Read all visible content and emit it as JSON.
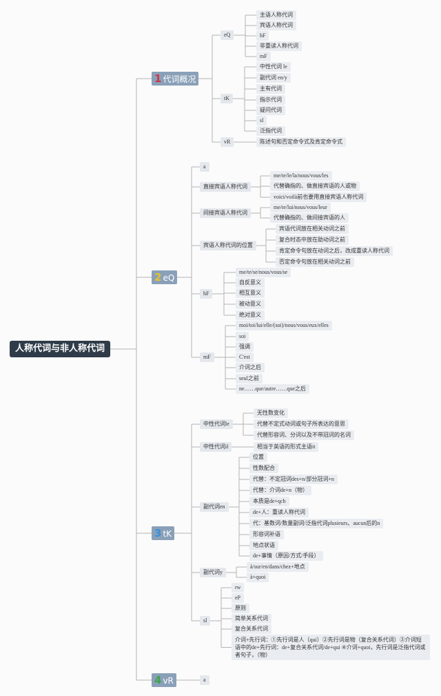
{
  "root": "人称代词与非人称代词",
  "sections": [
    {
      "num": "1",
      "num_color": "#d0344a",
      "label": "代词概况",
      "children": [
        {
          "label": "eQ",
          "leaves": [
            "主语人称代词",
            "宾语人称代词",
            "hF",
            "非重读人称代词",
            "mF"
          ]
        },
        {
          "label": "tK",
          "leaves": [
            "中性代词 le",
            "副代词 en/y",
            "主有代词",
            "指示代词",
            "疑问代词",
            "sl",
            "泛指代词"
          ]
        },
        {
          "label": "vR",
          "leaves": [
            "陈述句和否定命令式及肯定命令式"
          ]
        }
      ]
    },
    {
      "num": "2",
      "num_color": "#e6c12e",
      "label": "eQ",
      "children": [
        {
          "label": "a",
          "leaves": []
        },
        {
          "label": "直接宾语人称代词",
          "leaves": [
            "me/te/le/la/nous/vous/les",
            "代替确指的、做直接宾语的人或物",
            "voici/voilà前也要用直接宾语人称代词"
          ]
        },
        {
          "label": "间接宾语人称代词",
          "leaves": [
            "me/te/lui/nous/vous/leur",
            "代替确指的、做间接宾语的人"
          ]
        },
        {
          "label": "宾语人称代词的位置",
          "leaves": [
            "宾语代词放在相关动词之前",
            "复合时态中放在助动词之前",
            "肯定命令句放在动词之后，改成重读人称代词",
            "否定命令句放在相关动词之前"
          ]
        },
        {
          "label": "hF",
          "leaves": [
            "me/te/se/nous/vous/se",
            "自反意义",
            "相互意义",
            "被动意义",
            "绝对意义"
          ]
        },
        {
          "label": "mF",
          "leaves": [
            "moi/toi/lui/elle/(soi)/nous/vous/eux/elles",
            "soi",
            "强调",
            "C'est",
            "介词之后",
            "seul之前",
            "ne……que/autre……que之后"
          ]
        }
      ]
    },
    {
      "num": "3",
      "num_color": "#3a8fd6",
      "label": "tK",
      "children": [
        {
          "label": "中性代词le",
          "leaves": [
            "无性数变化",
            "代替不定式动词或句子所表达的意思",
            "代替形容词、分词以及不带冠词的名词"
          ]
        },
        {
          "label": "中性代词il",
          "leaves": [
            "相当于英语的形式主语it"
          ]
        },
        {
          "label": "副代词en",
          "leaves": [
            "位置",
            "性数配合",
            "代替：不定冠词des+n/部分冠词+n",
            "代替：介词de+n（物）",
            "本质是de+qch",
            "de+人：重读人称代词",
            "代：基数词/数量副词/泛指代词plusieurs、aucun后的n",
            "形容词补语",
            "地点状语",
            "de+事情（原因/方式/手段）"
          ]
        },
        {
          "label": "副代词y",
          "leaves": [
            "à/sur/en/dans/chez+地点",
            "à+quoi"
          ]
        },
        {
          "label": "sl",
          "leaves": [
            "rw",
            "eP",
            "原则",
            "简单关系代词",
            "复合关系代词",
            "介词+先行词：①先行词是人（qui）②先行词是物（复合关系代词）③介词短语中的de+先行词：de+复合关系代词/de+qui ④介词+quoi，先行词是泛指代词或者句子，（物）"
          ]
        }
      ]
    },
    {
      "num": "4",
      "num_color": "#3fa34d",
      "label": "vR",
      "children": [
        {
          "label": "a",
          "leaves": []
        }
      ]
    }
  ]
}
